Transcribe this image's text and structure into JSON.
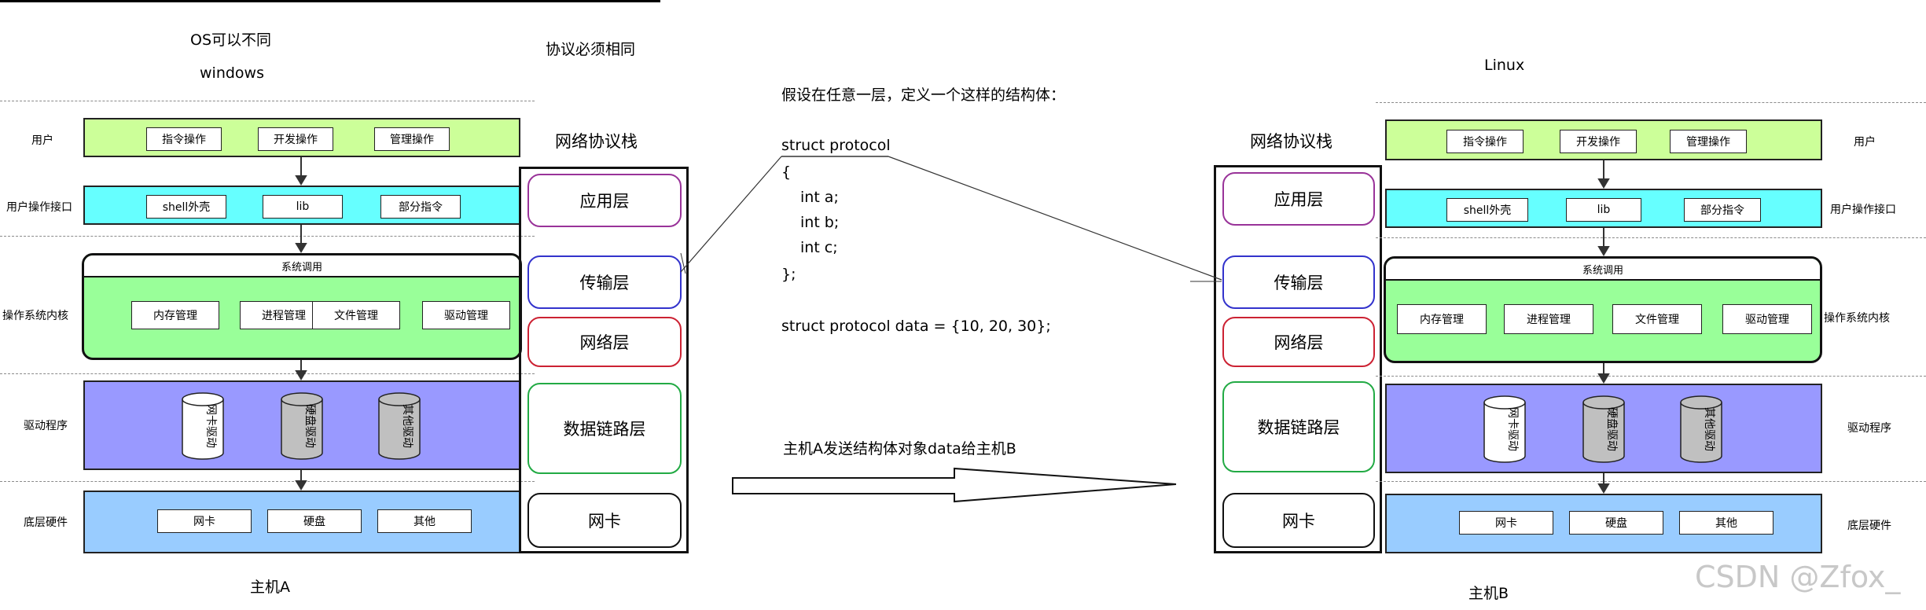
{
  "host_a": {
    "os_note": "OS可以不同",
    "os_name": "windows",
    "caption": "主机A",
    "rows": {
      "user": "用户",
      "interface": "用户操作接口",
      "kernel": "操作系统内核",
      "driver": "驱动程序",
      "hardware": "底层硬件"
    },
    "user_items": [
      "指令操作",
      "开发操作",
      "管理操作"
    ],
    "interface_items": [
      "shell外壳",
      "lib",
      "部分指令"
    ],
    "kernel_caption": "系统调用",
    "kernel_items": [
      "内存管理",
      "进程管理",
      "文件管理",
      "驱动管理"
    ],
    "drivers": [
      "网卡驱动",
      "硬盘驱动",
      "其他驱动"
    ],
    "hardware_items": [
      "网卡",
      "硬盘",
      "其他"
    ]
  },
  "host_b": {
    "os_name": "Linux",
    "caption": "主机B",
    "rows": {
      "user": "用户",
      "interface": "用户操作接口",
      "kernel": "操作系统内核",
      "driver": "驱动程序",
      "hardware": "底层硬件"
    },
    "user_items": [
      "指令操作",
      "开发操作",
      "管理操作"
    ],
    "interface_items": [
      "shell外壳",
      "lib",
      "部分指令"
    ],
    "kernel_caption": "系统调用",
    "kernel_items": [
      "内存管理",
      "进程管理",
      "文件管理",
      "驱动管理"
    ],
    "drivers": [
      "网卡驱动",
      "硬盘驱动",
      "其他驱动"
    ],
    "hardware_items": [
      "网卡",
      "硬盘",
      "其他"
    ]
  },
  "protocol_note": "协议必须相同",
  "stack_a": {
    "title": "网络协议栈",
    "layers": [
      "应用层",
      "传输层",
      "网络层",
      "数据链路层",
      "网卡"
    ]
  },
  "stack_b": {
    "title": "网络协议栈",
    "layers": [
      "应用层",
      "传输层",
      "网络层",
      "数据链路层",
      "网卡"
    ]
  },
  "code": {
    "intro": "假设在任意一层，定义一个这样的结构体：",
    "lines": [
      "struct protocol",
      "{",
      "int a;",
      "int b;",
      "int c;",
      "};",
      "struct protocol data = {10, 20, 30};"
    ]
  },
  "send_note": "主机A发送结构体对象data给主机B",
  "watermark": "CSDN @Zfox_",
  "colors": {
    "user": "#ccff99",
    "interface": "#66ffff",
    "kernel": "#99ff99",
    "driver": "#9999ff",
    "hardware": "#99ccff",
    "app_layer": "#993399",
    "transport_layer": "#3333cc",
    "network_layer": "#cc2233",
    "link_layer": "#22aa44",
    "nic_layer": "#111111"
  }
}
